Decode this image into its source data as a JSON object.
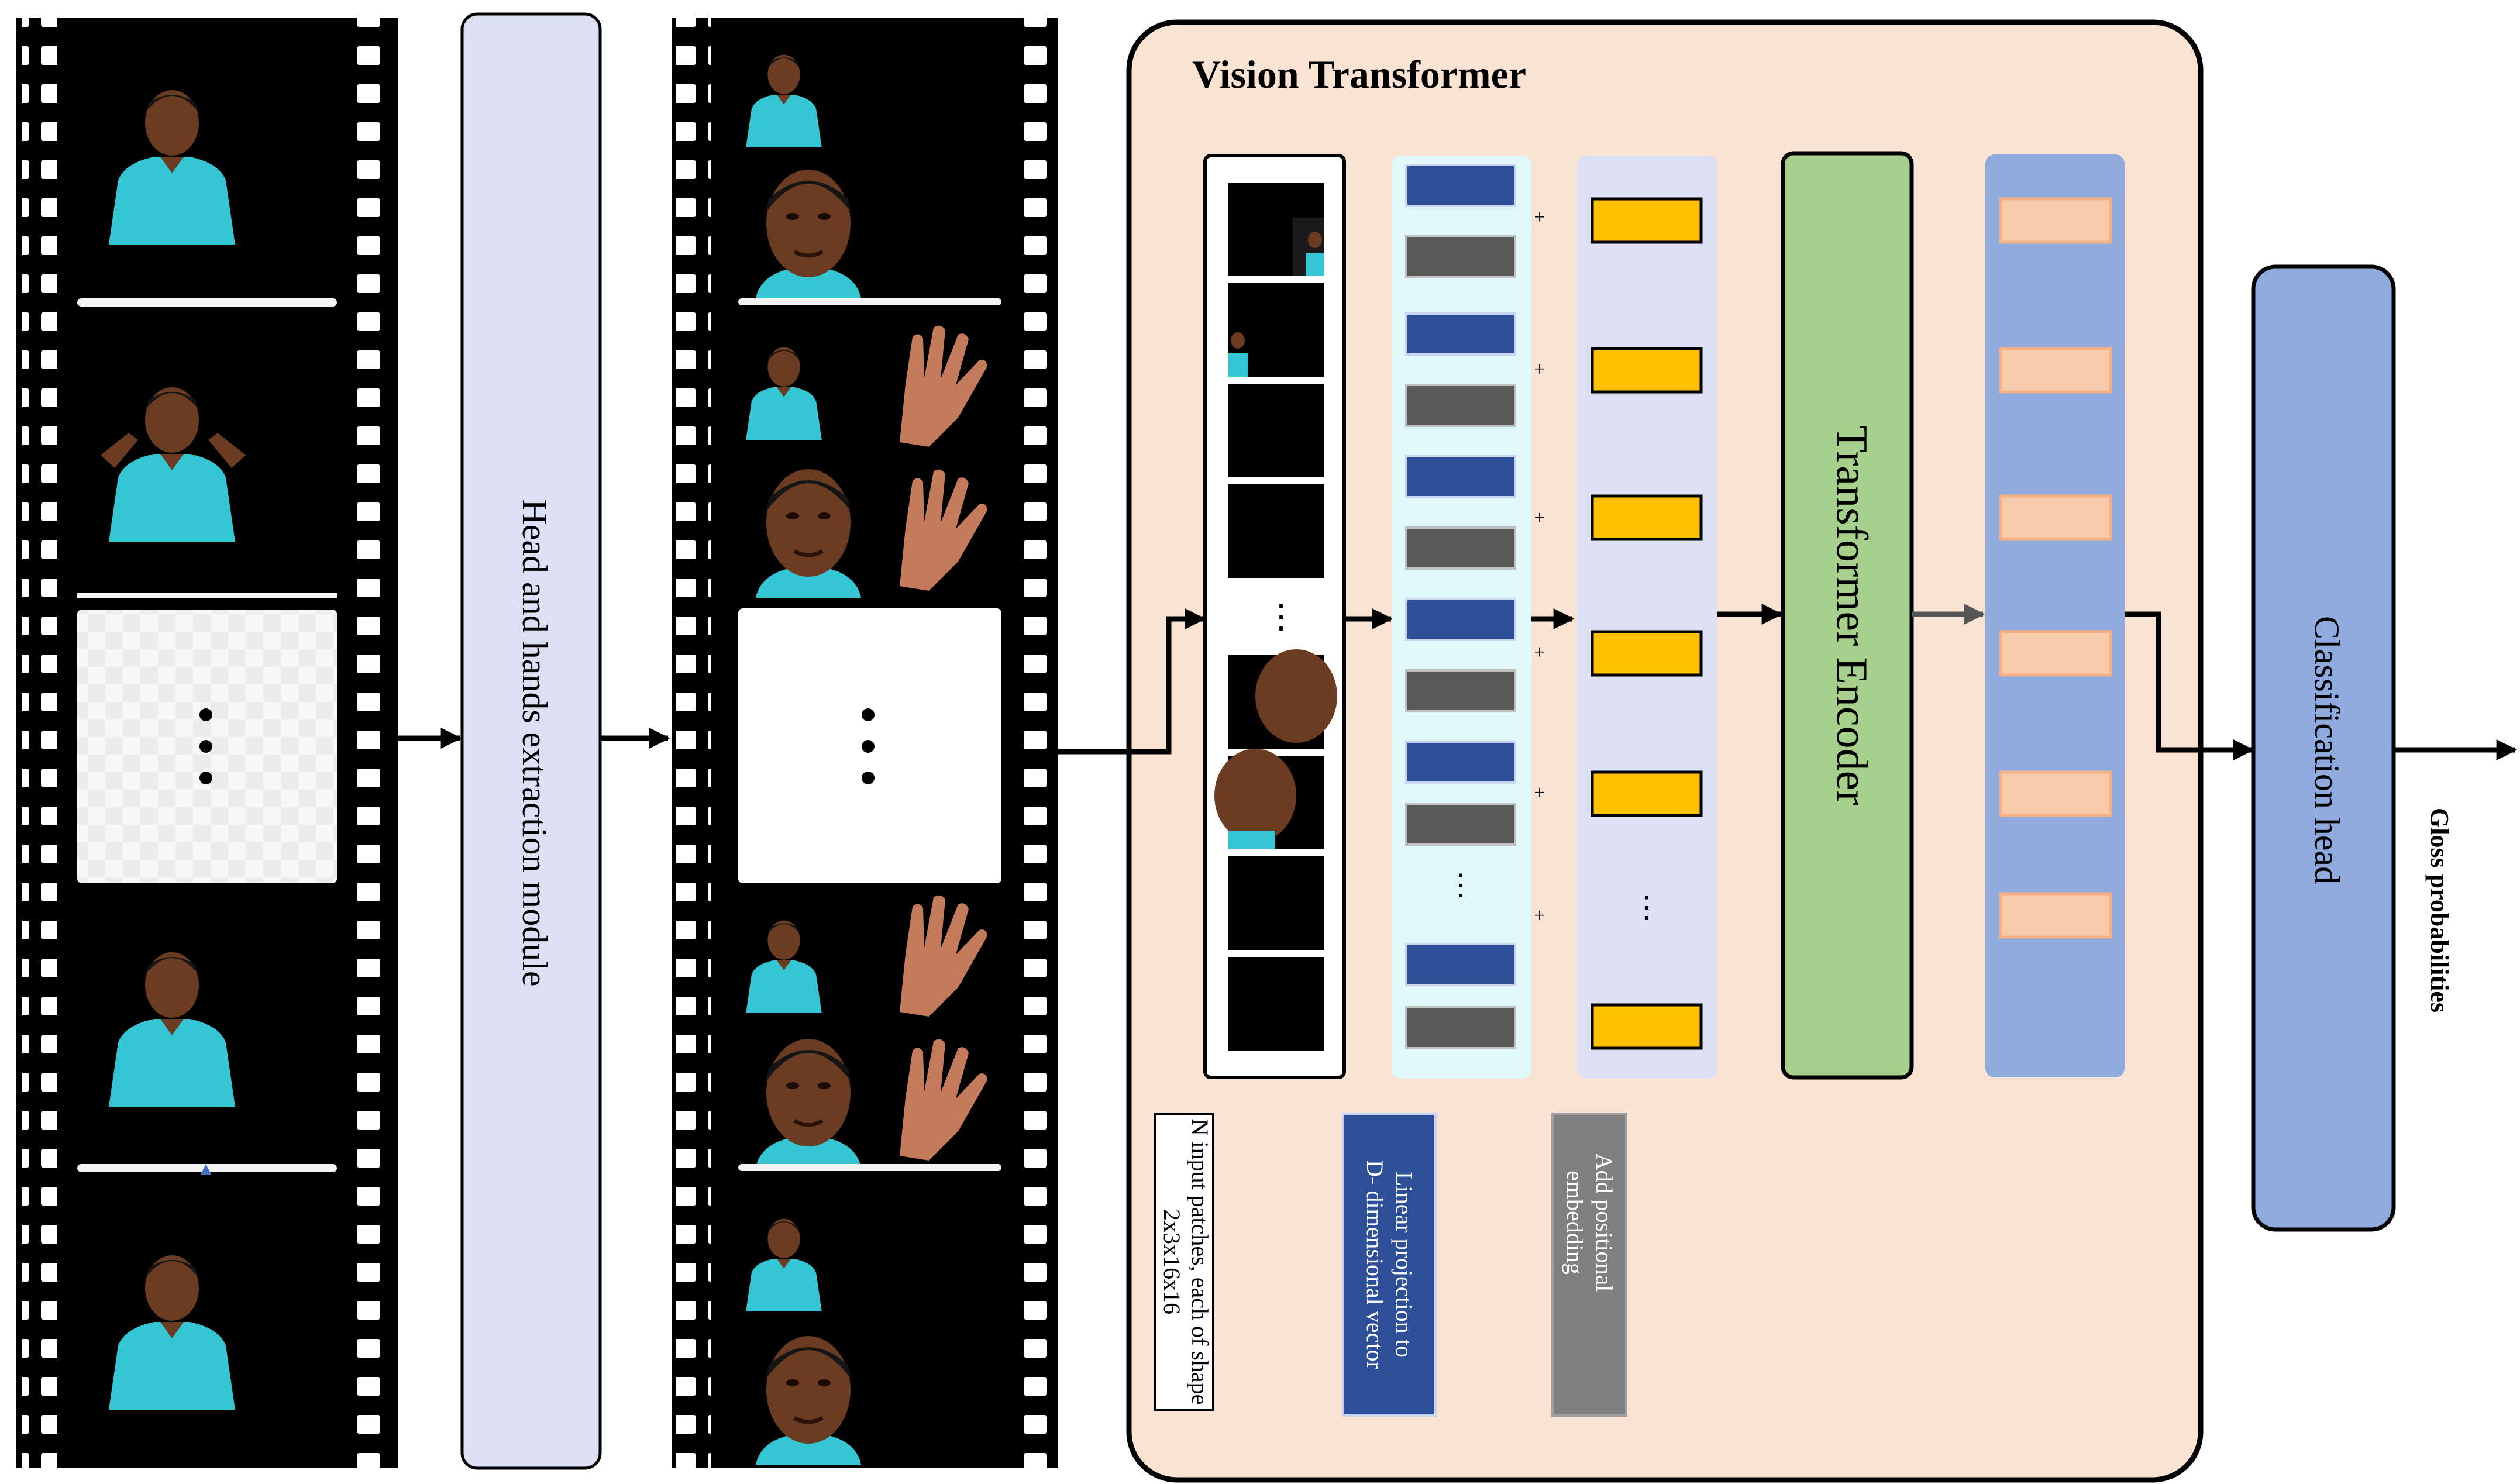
{
  "figure": {
    "extraction_label": "Head and hands extraction module",
    "vit_title": "Vision Transformer",
    "encoder_label": "Transformer Encoder",
    "classifier_label": "Classification head",
    "output_label": "Gloss probabilities",
    "legend": {
      "patches": [
        "N input patches, each of shape",
        "2x3x16x16"
      ],
      "projection": [
        "Linear projection to",
        "D- dimensional vector"
      ],
      "positional": [
        "Add positional",
        "embedding"
      ]
    },
    "plus_sign": "+",
    "ellipsis": "⋮"
  },
  "colors": {
    "background": "#ffffff",
    "vit_panel": "#fbe3d4",
    "extraction_module": "#dbe0f4",
    "projection_column": "#dff8fb",
    "projection_block": "#2e4f98",
    "projection_block_alt": "#595959",
    "positional_column": "#dbe0f4",
    "positional_block": "#ffc000",
    "encoder": "#a8d08d",
    "output_column": "#8faadc",
    "output_token": "#f8cbad",
    "classification_head": "#8faadc",
    "person_shirt": "#34c7d3",
    "person_skin": "#6b3b22",
    "film": "#000000"
  },
  "icons": [
    "film-strip-icon",
    "person-icon",
    "face-icon",
    "hand-icon",
    "checker-placeholder-icon",
    "arrow-icon"
  ]
}
